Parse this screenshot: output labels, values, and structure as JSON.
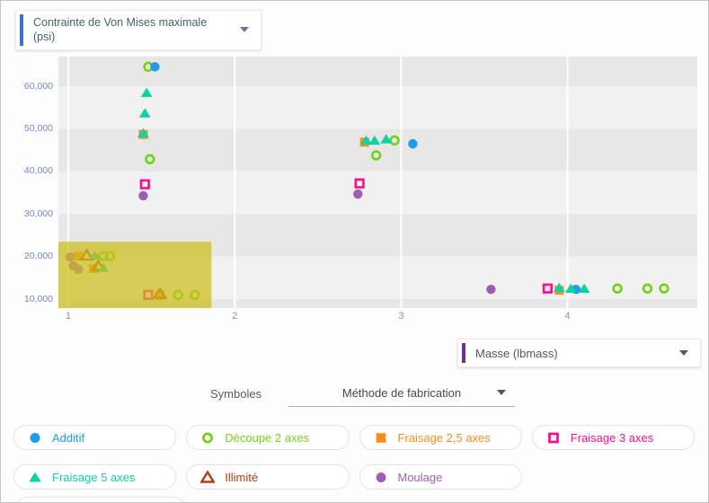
{
  "y_axis_selector": {
    "label": "Contrainte de Von Mises maximale (psi)",
    "accent_color": "#3a76c4"
  },
  "x_axis_selector": {
    "label": "Masse (lbmass)",
    "accent_color": "#6e3091"
  },
  "symbols": {
    "label": "Symboles",
    "selected": "Méthode de fabrication"
  },
  "chart_data": {
    "type": "scatter",
    "xlabel": "Masse (lbmass)",
    "ylabel": "Contrainte de Von Mises maximale (psi)",
    "xlim": [
      0.94,
      4.78
    ],
    "ylim": [
      7900,
      67000
    ],
    "x_ticks": [
      1,
      2,
      3,
      4
    ],
    "x_tick_labels": [
      "1",
      "2",
      "3",
      "4"
    ],
    "y_ticks": [
      10000,
      20000,
      30000,
      40000,
      50000,
      60000
    ],
    "y_tick_labels": [
      "10,000",
      "20,000",
      "30,000",
      "40,000",
      "50,000",
      "60,000"
    ],
    "grid": "horizontal-bands-with-vertical-gridlines",
    "band_colors": {
      "dark": "#e7e7e7",
      "light": "#f1f1f1"
    },
    "gridline_color": "#ffffff",
    "axis_colors": {
      "x_ticks": "#9d86c2",
      "y_ticks": "#7088cc"
    },
    "legend_position": "bottom",
    "selection_region": {
      "x": [
        0.94,
        1.86
      ],
      "y": [
        7900,
        23500
      ],
      "color": "#cdbf1a",
      "opacity": 0.72
    },
    "series": [
      {
        "name": "Découpe 2 axes",
        "marker": "circle",
        "filled": false,
        "color": "#74d117",
        "points": [
          [
            1.48,
            64600
          ],
          [
            1.49,
            42900
          ],
          [
            1.21,
            20100
          ],
          [
            1.25,
            20100
          ],
          [
            1.66,
            11000
          ],
          [
            1.76,
            11000
          ],
          [
            2.96,
            47300
          ],
          [
            2.85,
            43800
          ],
          [
            4.3,
            12500
          ],
          [
            4.48,
            12500
          ],
          [
            4.58,
            12500
          ]
        ]
      },
      {
        "name": "Additif",
        "marker": "circle",
        "filled": true,
        "color": "#1e9be9",
        "points": [
          [
            1.52,
            64600
          ],
          [
            3.07,
            46500
          ],
          [
            4.05,
            12300
          ]
        ]
      },
      {
        "name": "Moulage",
        "marker": "circle",
        "filled": true,
        "color": "#a15db3",
        "points": [
          [
            1.45,
            34300
          ],
          [
            1.01,
            19900
          ],
          [
            1.03,
            17800
          ],
          [
            1.06,
            17000
          ],
          [
            2.74,
            34700
          ],
          [
            3.54,
            12300
          ]
        ]
      },
      {
        "name": "Fraisage 2,5 axes",
        "marker": "square",
        "filled": true,
        "color": "#ff8b17",
        "points": [
          [
            1.45,
            48700
          ],
          [
            1.06,
            20100
          ],
          [
            1.15,
            17200
          ],
          [
            1.55,
            10800
          ],
          [
            2.78,
            46900
          ],
          [
            3.95,
            12100
          ]
        ]
      },
      {
        "name": "Fraisage 3 axes",
        "marker": "square",
        "filled": false,
        "color": "#fb0d8e",
        "points": [
          [
            1.46,
            37000
          ],
          [
            1.48,
            11000
          ],
          [
            2.75,
            37200
          ],
          [
            3.88,
            12500
          ]
        ]
      },
      {
        "name": "Illimité",
        "marker": "triangle",
        "filled": false,
        "color": "#b33c17",
        "points": [
          [
            1.11,
            20300
          ],
          [
            1.18,
            17800
          ],
          [
            1.55,
            11300
          ]
        ]
      },
      {
        "name": "Fraisage 5 axes",
        "marker": "triangle",
        "filled": true,
        "color": "#0cd3a4",
        "points": [
          [
            1.47,
            58500
          ],
          [
            1.46,
            53700
          ],
          [
            1.45,
            49000
          ],
          [
            1.16,
            20300
          ],
          [
            1.21,
            17400
          ],
          [
            2.79,
            47300
          ],
          [
            2.84,
            47300
          ],
          [
            2.91,
            47600
          ],
          [
            3.95,
            12700
          ],
          [
            4.02,
            12500
          ],
          [
            4.1,
            12500
          ]
        ]
      }
    ]
  },
  "legend": {
    "items": [
      {
        "label": "Additif",
        "marker": "circle",
        "filled": true,
        "color": "#1e9be9"
      },
      {
        "label": "Découpe 2 axes",
        "marker": "circle",
        "filled": false,
        "color": "#74d117"
      },
      {
        "label": "Fraisage 2,5 axes",
        "marker": "square",
        "filled": true,
        "color": "#ff8b17"
      },
      {
        "label": "Fraisage 3 axes",
        "marker": "square",
        "filled": false,
        "color": "#fb0d8e"
      },
      {
        "label": "Fraisage 5 axes",
        "marker": "triangle",
        "filled": true,
        "color": "#0cd3a4"
      },
      {
        "label": "Illimité",
        "marker": "triangle",
        "filled": false,
        "color": "#b33c17"
      },
      {
        "label": "Moulage",
        "marker": "circle",
        "filled": true,
        "color": "#a15db3"
      }
    ]
  }
}
